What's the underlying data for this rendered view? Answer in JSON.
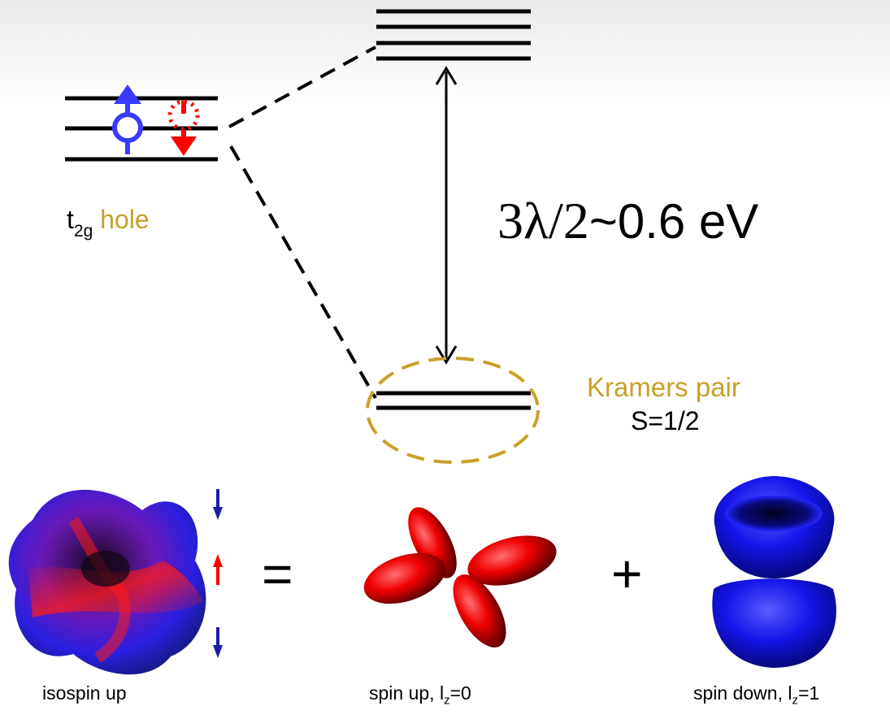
{
  "levels": {
    "t2g_label": "t",
    "t2g_subscript": "2g",
    "hole_label": "hole",
    "energy_symbol": "3λ/2",
    "energy_value": "~0.6 eV",
    "kramers_label": "Kramers pair",
    "spin_label": "S=1/2"
  },
  "orbitals": {
    "equals_sign": "=",
    "plus_sign": "+",
    "isospin_caption": "isospin up",
    "spin_up_caption_a": "spin up, l",
    "spin_up_caption_sub": "z",
    "spin_up_caption_b": "=0",
    "spin_down_caption_a": "spin down, l",
    "spin_down_caption_sub": "z",
    "spin_down_caption_b": "=1"
  },
  "colors": {
    "hole_gold": "#c8a028",
    "spin_up_blue": "#3a3aff",
    "spin_down_red": "#ff0000",
    "arrow_navy": "#1b1ba8"
  }
}
